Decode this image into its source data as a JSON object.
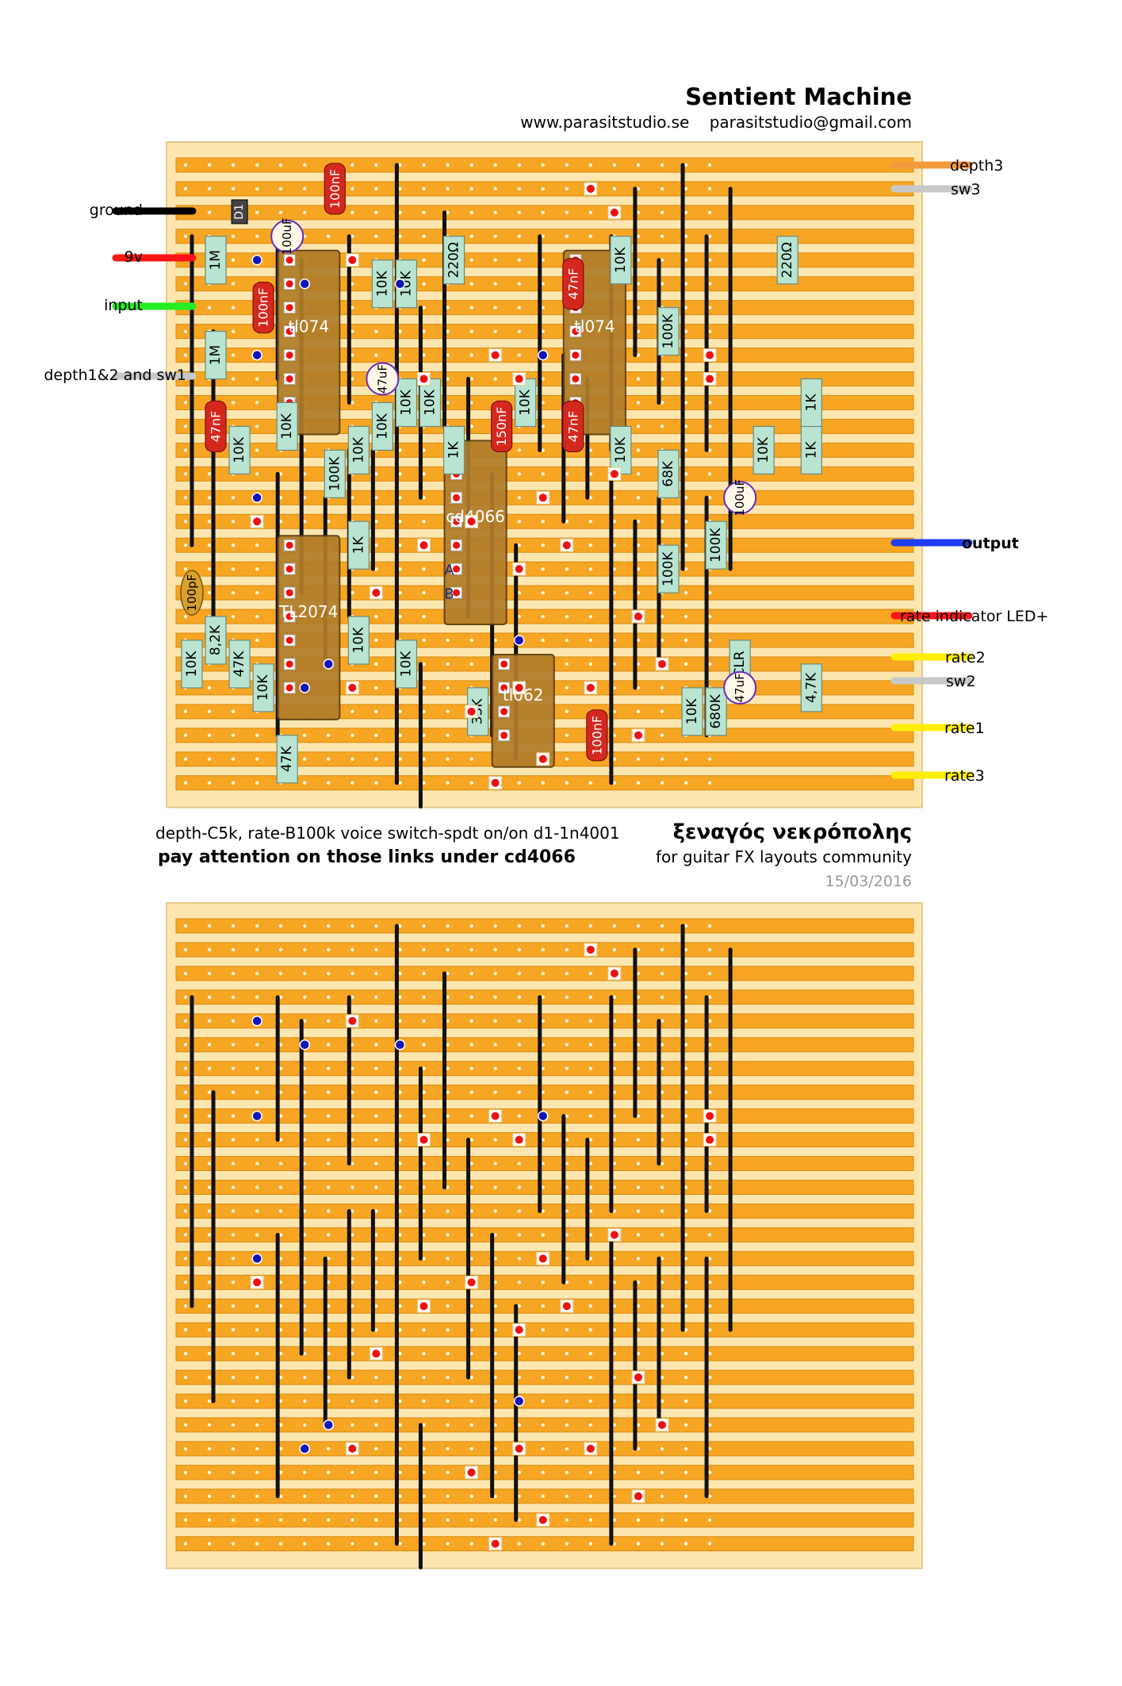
{
  "header": {
    "title": "Sentient Machine",
    "website": "www.parasitstudio.se",
    "email": "parasitstudio@gmail.com"
  },
  "notes": {
    "controls": "depth-C5k, rate-B100k    voice switch-spdt on/on     d1-1n4001",
    "warning": "pay attention on those links under cd4066"
  },
  "credits": {
    "author": "ξεναγός νεκρόπολης",
    "community": "for guitar FX layouts community",
    "date": "15/03/2016"
  },
  "colors": {
    "board": "#fbe6b0",
    "strip": "#f6a623",
    "link": "#111111",
    "resistor": "#b9e4d2",
    "capacitor": "#d4281f",
    "ic": "#b07d2a",
    "pad": "#f1462f",
    "via": "#1016b5",
    "wire_ground": "#000000",
    "wire_9v": "#ff1515",
    "wire_input": "#22ee22",
    "wire_grey": "#c8c8c8",
    "wire_orange": "#f39a3c",
    "wire_blue": "#1e3cf0",
    "wire_yellow": "#ffee00"
  },
  "wires": [
    {
      "label": "ground",
      "color": "wire_ground"
    },
    {
      "label": "9v",
      "color": "wire_9v"
    },
    {
      "label": "input",
      "color": "wire_input"
    },
    {
      "label": "depth1&2 and sw1",
      "color": "wire_grey"
    },
    {
      "label": "depth3",
      "color": "wire_orange"
    },
    {
      "label": "sw3",
      "color": "wire_grey"
    },
    {
      "label": "output",
      "color": "wire_blue"
    },
    {
      "label": "rate indicator LED+",
      "color": "wire_9v"
    },
    {
      "label": "rate2",
      "color": "wire_yellow"
    },
    {
      "label": "sw2",
      "color": "wire_grey"
    },
    {
      "label": "rate1",
      "color": "wire_yellow"
    },
    {
      "label": "rate3",
      "color": "wire_yellow"
    }
  ],
  "ics": [
    {
      "label": "tl074"
    },
    {
      "label": "tl074"
    },
    {
      "label": "TL2074"
    },
    {
      "label": "cd4066"
    },
    {
      "label": "tl062"
    }
  ],
  "ic_pin_labels": [
    "A",
    "B"
  ],
  "resistors": [
    {
      "label": "1M"
    },
    {
      "label": "1M"
    },
    {
      "label": "10K"
    },
    {
      "label": "10K"
    },
    {
      "label": "10K"
    },
    {
      "label": "220Ω"
    },
    {
      "label": "10K"
    },
    {
      "label": "10K"
    },
    {
      "label": "100K"
    },
    {
      "label": "10K"
    },
    {
      "label": "10K"
    },
    {
      "label": "10K"
    },
    {
      "label": "1K"
    },
    {
      "label": "100K"
    },
    {
      "label": "1K"
    },
    {
      "label": "10K"
    },
    {
      "label": "10K"
    },
    {
      "label": "220Ω"
    },
    {
      "label": "10K"
    },
    {
      "label": "68K"
    },
    {
      "label": "100K"
    },
    {
      "label": "100K"
    },
    {
      "label": "10K"
    },
    {
      "label": "1K"
    },
    {
      "label": "1K"
    },
    {
      "label": "10K"
    },
    {
      "label": "8,2K"
    },
    {
      "label": "47K"
    },
    {
      "label": "10K"
    },
    {
      "label": "10K"
    },
    {
      "label": "10K"
    },
    {
      "label": "33K"
    },
    {
      "label": "47K"
    },
    {
      "label": "10K"
    },
    {
      "label": "680K"
    },
    {
      "label": "CLR"
    },
    {
      "label": "4,7K"
    }
  ],
  "capacitors": [
    {
      "label": "100nF"
    },
    {
      "label": "100uF"
    },
    {
      "label": "100nF"
    },
    {
      "label": "47nF"
    },
    {
      "label": "47uF"
    },
    {
      "label": "47nF"
    },
    {
      "label": "150nF"
    },
    {
      "label": "47nF"
    },
    {
      "label": "100uF"
    },
    {
      "label": "100pF"
    },
    {
      "label": "100nF"
    },
    {
      "label": "47uF"
    }
  ],
  "diodes": [
    {
      "label": "D1"
    }
  ]
}
